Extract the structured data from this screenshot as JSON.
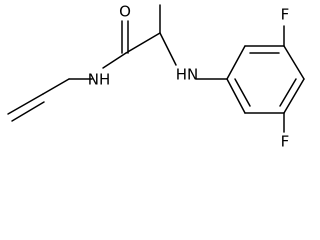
{
  "molecule": {
    "atoms": {
      "oxygen": "O",
      "amide_nitrogen": "NH",
      "amine_nitrogen": "HN",
      "fluorine_top": "F",
      "fluorine_bottom": "F"
    }
  }
}
